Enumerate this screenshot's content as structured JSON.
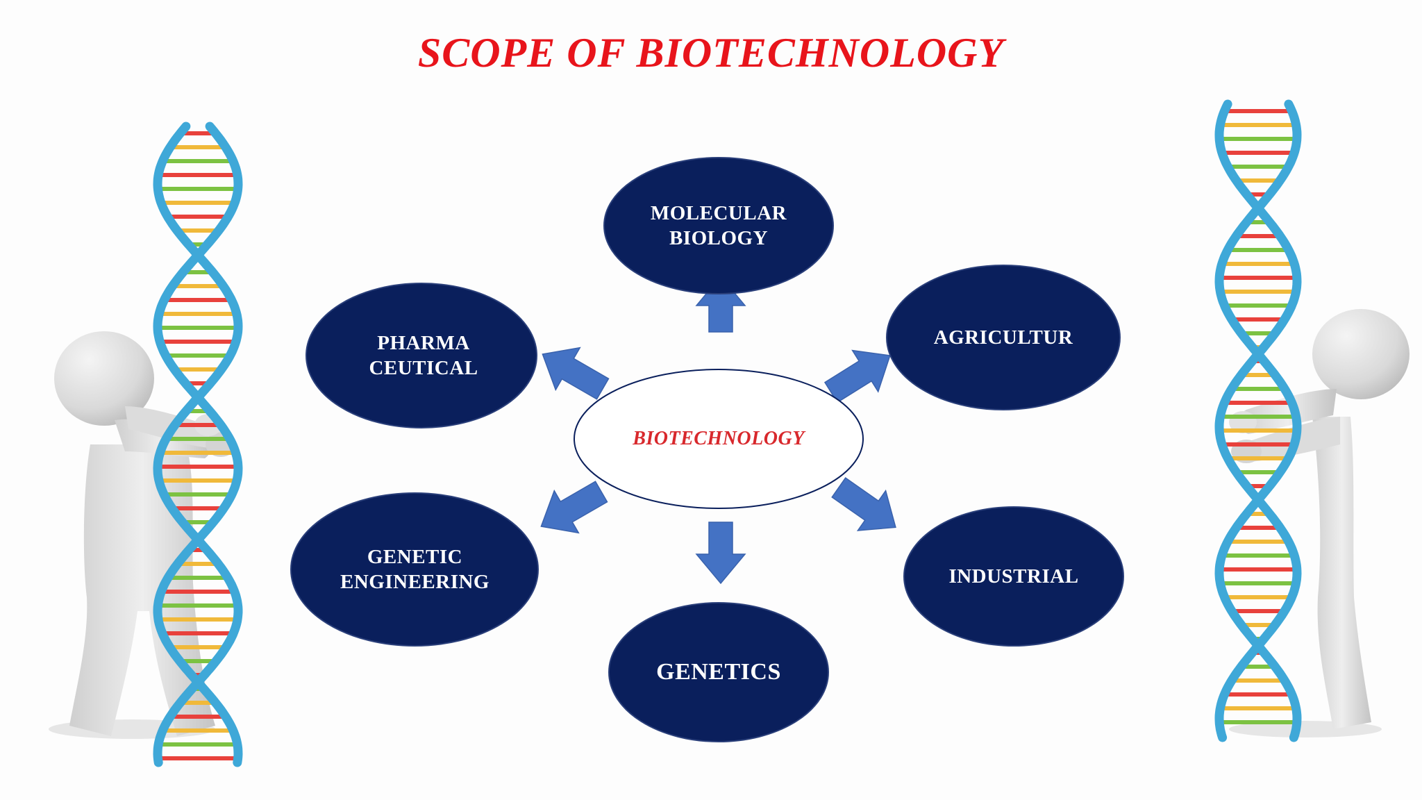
{
  "title": "SCOPE OF BIOTECHNOLOGY",
  "center": {
    "label": "BIOTECHNOLOGY"
  },
  "nodes": [
    {
      "id": "molecular-biology",
      "label": "MOLECULAR\nBIOLOGY"
    },
    {
      "id": "agricultur",
      "label": "AGRICULTUR"
    },
    {
      "id": "industrial",
      "label": "INDUSTRIAL"
    },
    {
      "id": "genetics",
      "label": "GENETICS"
    },
    {
      "id": "genetic-engineering",
      "label": "GENETIC\nENGINEERING"
    },
    {
      "id": "pharmaceutical",
      "label": "PHARMA\nCEUTICAL"
    }
  ],
  "colors": {
    "title": "#e8141b",
    "center_text": "#d8282c",
    "node_fill": "#0a1f5c",
    "node_text": "#ffffff",
    "arrow": "#4472c4",
    "center_stroke": "#0a1f5c",
    "dna_backbone": "#3fa8d8",
    "dna_rung_red": "#e8413c",
    "dna_rung_yellow": "#f0b93a",
    "dna_rung_green": "#7cc242",
    "figure": "#d9d9d9"
  },
  "icons": [
    "dna-helix-icon",
    "human-figure-icon"
  ]
}
